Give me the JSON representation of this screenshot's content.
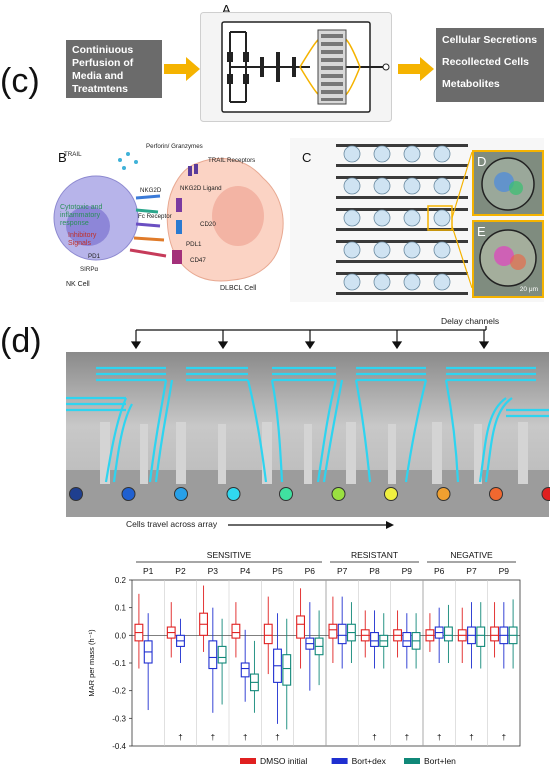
{
  "section_c": {
    "label": "(c)",
    "panel_a": {
      "label": "A",
      "input_text": "Continiuous Perfusion of Media and Treatmtens",
      "outputs": [
        "Cellular Secretions",
        "Recollected Cells",
        "Metabolites"
      ]
    },
    "panel_b": {
      "label": "B",
      "labels": {
        "trail": "TRAIL",
        "perforin": "Perforin/ Granzymes",
        "cytotoxic": "Cytotoxic and inflammatory response",
        "nkg2d": "NKG2D",
        "fc_receptor": "Fc Receptor",
        "inhibitory": "Inhibitory Signals",
        "pd1": "PD1",
        "sirpa": "SIRPα",
        "nk_cell": "NK Cell",
        "nkg2d_ligand": "NKG2D Ligand",
        "trail_receptors": "TRAIL Receptors",
        "cd20": "CD20",
        "pdl1": "PDL1",
        "cd47": "CD47",
        "dlbcl": "DLBCL Cell"
      }
    },
    "panel_c": {
      "label": "C",
      "inset_d": "D",
      "inset_e": "E",
      "scale": "20 μm"
    }
  },
  "section_d": {
    "label": "(d)",
    "delay_label": "Delay channels",
    "travel_label": "Cells travel across array",
    "dot_colors": [
      "#1f3f8f",
      "#2060d0",
      "#28a0e8",
      "#30d8f0",
      "#40e0a0",
      "#9ae040",
      "#f0f040",
      "#f0a030",
      "#f06830",
      "#e02020"
    ]
  },
  "chart_data": {
    "type": "box",
    "ylabel": "MAR per mass (h⁻¹)",
    "ylim": [
      -0.4,
      0.2
    ],
    "yticks": [
      "0.2",
      "0.1",
      "0.0",
      "-0.1",
      "-0.2",
      "-0.3",
      "-0.4"
    ],
    "groups": [
      {
        "name": "SENSITIVE",
        "patients": [
          "P1",
          "P2",
          "P3",
          "P4",
          "P5",
          "P6"
        ]
      },
      {
        "name": "RESISTANT",
        "patients": [
          "P7",
          "P8",
          "P9"
        ]
      },
      {
        "name": "NEGATIVE",
        "patients": [
          "P6",
          "P7",
          "P9"
        ]
      }
    ],
    "dagger": "†",
    "dagger_patients": [
      "P2",
      "P3",
      "P4",
      "P5",
      "P8",
      "P9",
      "P6",
      "P7",
      "P9"
    ],
    "series": [
      {
        "name": "DMSO initial",
        "color": "#e02020"
      },
      {
        "name": "Bort+dex",
        "color": "#1f2fd0"
      },
      {
        "name": "Bort+len",
        "color": "#108878"
      }
    ],
    "boxes": [
      [
        [
          -0.12,
          -0.02,
          0.01,
          0.04,
          0.15
        ],
        [
          -0.27,
          -0.1,
          -0.06,
          -0.02,
          0.08
        ],
        null
      ],
      [
        [
          -0.08,
          -0.01,
          0.01,
          0.03,
          0.12
        ],
        [
          -0.1,
          -0.04,
          -0.02,
          0.0,
          0.06
        ],
        null
      ],
      [
        [
          -0.06,
          0.0,
          0.04,
          0.08,
          0.18
        ],
        [
          -0.28,
          -0.12,
          -0.08,
          -0.02,
          0.1
        ],
        [
          -0.25,
          -0.1,
          -0.08,
          -0.04,
          0.06
        ]
      ],
      [
        [
          -0.08,
          -0.01,
          0.01,
          0.04,
          0.12
        ],
        [
          -0.24,
          -0.15,
          -0.12,
          -0.1,
          0.02
        ],
        [
          -0.28,
          -0.2,
          -0.17,
          -0.14,
          -0.02
        ]
      ],
      [
        [
          -0.14,
          -0.03,
          0.0,
          0.04,
          0.14
        ],
        [
          -0.32,
          -0.17,
          -0.11,
          -0.05,
          0.08
        ],
        [
          -0.34,
          -0.18,
          -0.12,
          -0.07,
          0.06
        ]
      ],
      [
        [
          -0.12,
          -0.01,
          0.04,
          0.07,
          0.17
        ],
        [
          -0.2,
          -0.05,
          -0.03,
          -0.01,
          0.12
        ],
        [
          -0.18,
          -0.07,
          -0.04,
          -0.01,
          0.09
        ]
      ],
      [
        [
          -0.1,
          -0.01,
          0.02,
          0.04,
          0.14
        ],
        [
          -0.12,
          -0.03,
          0.0,
          0.04,
          0.14
        ],
        [
          -0.1,
          -0.02,
          0.01,
          0.04,
          0.12
        ]
      ],
      [
        [
          -0.08,
          -0.02,
          0.0,
          0.02,
          0.09
        ],
        [
          -0.12,
          -0.04,
          -0.02,
          0.01,
          0.09
        ],
        [
          -0.12,
          -0.04,
          -0.02,
          0.0,
          0.08
        ]
      ],
      [
        [
          -0.08,
          -0.02,
          0.0,
          0.02,
          0.09
        ],
        [
          -0.12,
          -0.04,
          -0.02,
          0.01,
          0.08
        ],
        [
          -0.12,
          -0.05,
          -0.02,
          0.01,
          0.08
        ]
      ],
      [
        [
          -0.06,
          -0.02,
          0.0,
          0.02,
          0.08
        ],
        [
          -0.1,
          -0.01,
          0.01,
          0.03,
          0.1
        ],
        [
          -0.1,
          -0.02,
          0.0,
          0.03,
          0.11
        ]
      ],
      [
        [
          -0.1,
          -0.02,
          0.0,
          0.02,
          0.1
        ],
        [
          -0.12,
          -0.03,
          0.0,
          0.03,
          0.12
        ],
        [
          -0.12,
          -0.04,
          0.0,
          0.03,
          0.12
        ]
      ],
      [
        [
          -0.08,
          -0.02,
          0.0,
          0.03,
          0.12
        ],
        [
          -0.12,
          -0.03,
          0.0,
          0.03,
          0.12
        ],
        [
          -0.12,
          -0.03,
          0.0,
          0.03,
          0.13
        ]
      ]
    ]
  }
}
